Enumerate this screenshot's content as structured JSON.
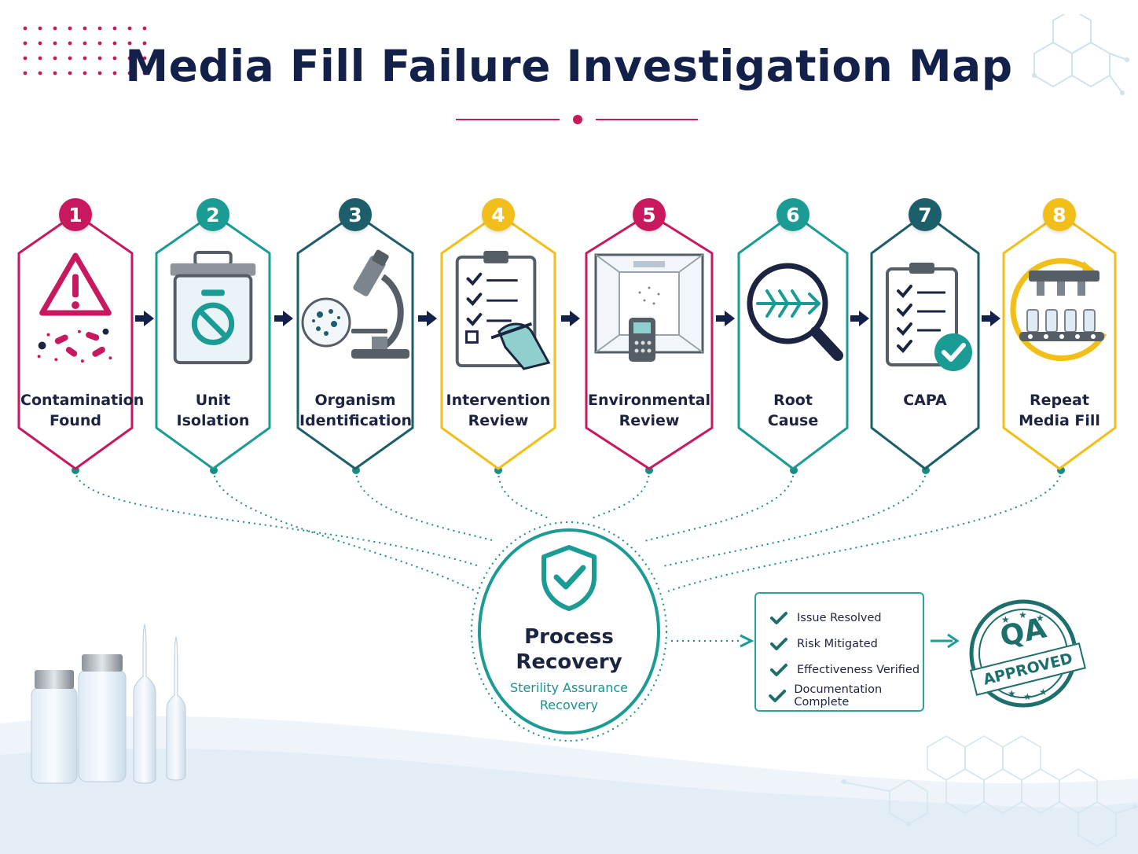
{
  "title": "Media Fill Failure Investigation Map",
  "colors": {
    "crimson": "#c8195f",
    "teal": "#1a9b93",
    "dark_teal": "#1c5e6a",
    "gold": "#f2be1a",
    "navy": "#12204a"
  },
  "steps": [
    {
      "number": "1",
      "label": "Contamination\nFound",
      "icon": "warning-bacteria-icon",
      "color": "#c8195f"
    },
    {
      "number": "2",
      "label": "Unit\nIsolation",
      "icon": "quarantine-bin-icon",
      "color": "#1a9b93"
    },
    {
      "number": "3",
      "label": "Organism\nIdentification",
      "icon": "microscope-petri-icon",
      "color": "#1c5e6a"
    },
    {
      "number": "4",
      "label": "Intervention\nReview",
      "icon": "clipboard-gloved-hand-icon",
      "color": "#f2be1a"
    },
    {
      "number": "5",
      "label": "Environmental\nReview",
      "icon": "cleanroom-monitor-icon",
      "color": "#c8195f"
    },
    {
      "number": "6",
      "label": "Root\nCause",
      "icon": "magnifier-fishbone-icon",
      "color": "#1a9b93"
    },
    {
      "number": "7",
      "label": "CAPA",
      "icon": "clipboard-check-icon",
      "color": "#1c5e6a"
    },
    {
      "number": "8",
      "label": "Repeat\nMedia Fill",
      "icon": "filling-line-cycle-icon",
      "color": "#f2be1a"
    }
  ],
  "recovery": {
    "title": "Process\nRecovery",
    "subtitle": "Sterility Assurance\nRecovery",
    "icon": "shield-check-icon"
  },
  "checklist": [
    "Issue Resolved",
    "Risk Mitigated",
    "Effectiveness Verified",
    "Documentation Complete"
  ],
  "stamp": {
    "top": "QA",
    "band": "APPROVED"
  }
}
